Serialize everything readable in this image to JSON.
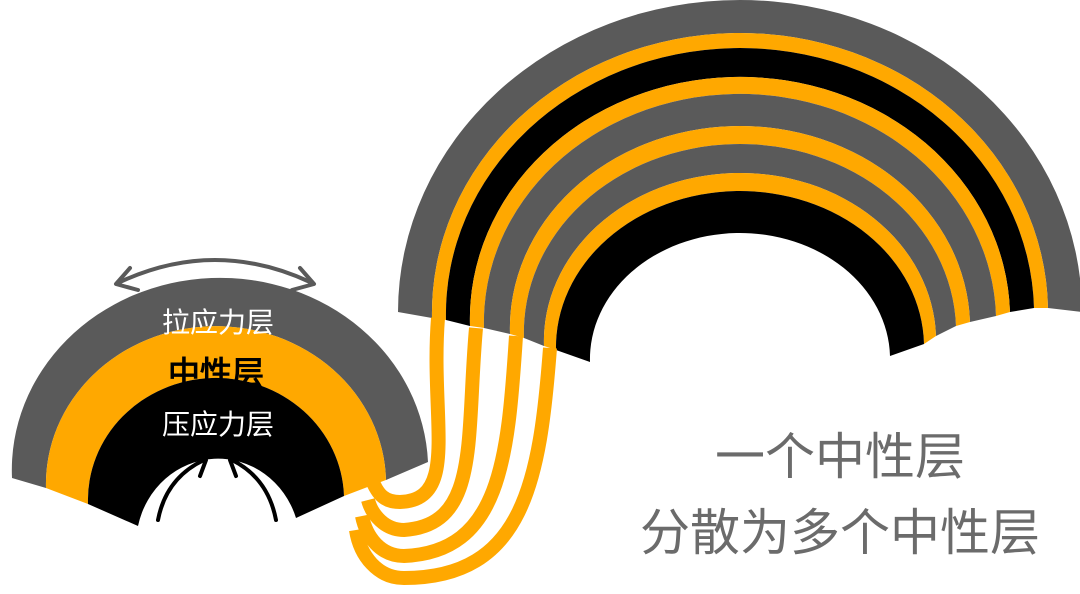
{
  "small_arch": {
    "tension_label": "拉应力层",
    "neutral_label": "中性层",
    "compression_label": "压应力层"
  },
  "caption": {
    "line1": "一个中性层",
    "line2": "分散为多个中性层"
  },
  "colors": {
    "gray": "#5a5a5a",
    "orange": "#ffa800",
    "black": "#000000",
    "white": "#ffffff",
    "caption_gray": "#6b6b6b"
  },
  "icons": {
    "tension_arrow": "double-headed-curved-arrow",
    "compression_arrows": "inward-curved-arrows"
  }
}
